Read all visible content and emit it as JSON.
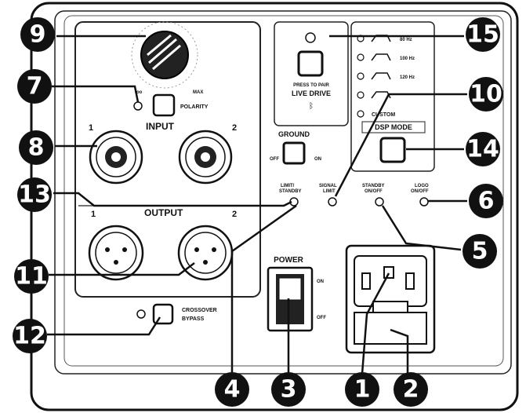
{
  "panel": {
    "input_label": "INPUT",
    "output_label": "OUTPUT",
    "input_ch1": "1",
    "input_ch2": "2",
    "output_ch1": "1",
    "output_ch2": "2",
    "polarity_label": "POLARITY",
    "knob_min_label": "-oo",
    "knob_max_label": "MAX",
    "ground_label": "GROUND",
    "ground_off": "OFF",
    "ground_on": "ON",
    "power_label": "POWER",
    "power_on": "ON",
    "power_off": "OFF",
    "crossover_label": "CROSSOVER",
    "crossover_label2": "BYPASS",
    "press_to_pair": "PRESS TO PAIR",
    "live_drive": "LIVE DRIVE",
    "dsp_mode": "DSP MODE",
    "eq_items": [
      "80 Hz",
      "100 Hz",
      "120 Hz",
      "",
      "CUSTOM"
    ],
    "led_limit_line1": "LIMIT/",
    "led_limit_line2": "STANDBY",
    "led_signal_line1": "SIGNAL",
    "led_signal_line2": "LIMIT",
    "led_standby_line1": "STANDBY",
    "led_standby_line2": "ON/OFF",
    "led_logo_line1": "LOGO",
    "led_logo_line2": "ON/OFF"
  },
  "callouts": [
    "1",
    "2",
    "3",
    "4",
    "5",
    "6",
    "7",
    "8",
    "9",
    "10",
    "11",
    "12",
    "13",
    "14",
    "15"
  ]
}
